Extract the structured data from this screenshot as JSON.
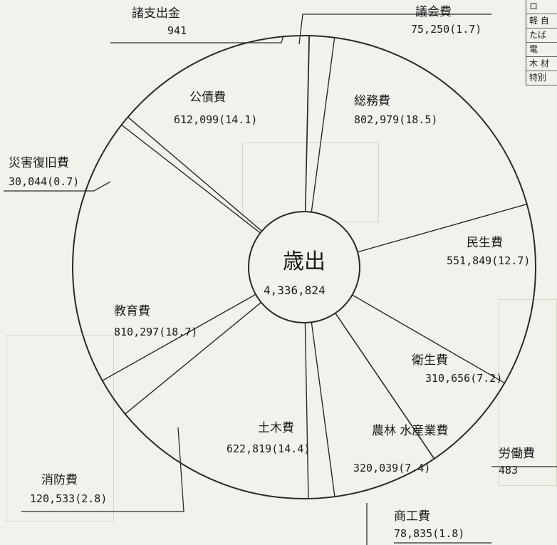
{
  "chart_data": {
    "type": "pie",
    "title": "歳出",
    "total": "4,336,824",
    "slices": [
      {
        "name": "議会費",
        "value": 75250,
        "value_label": "75,250(1.7)"
      },
      {
        "name": "総務費",
        "value": 802979,
        "value_label": "802,979(18.5)"
      },
      {
        "name": "民生費",
        "value": 551849,
        "value_label": "551,849(12.7)"
      },
      {
        "name": "衛生費",
        "value": 310656,
        "value_label": "310,656(7.2)"
      },
      {
        "name": "労働費",
        "value": 483,
        "value_label": "483"
      },
      {
        "name": "農林 水産業費",
        "value": 320039,
        "value_label": "320,039(7.4)"
      },
      {
        "name": "商工費",
        "value": 78835,
        "value_label": "78,835(1.8)"
      },
      {
        "name": "土木費",
        "value": 622819,
        "value_label": "622,819(14.4)"
      },
      {
        "name": "消防費",
        "value": 120533,
        "value_label": "120,533(2.8)"
      },
      {
        "name": "教育費",
        "value": 810297,
        "value_label": "810,297(18.7)"
      },
      {
        "name": "災害復旧費",
        "value": 30044,
        "value_label": "30,044(0.7)"
      },
      {
        "name": "公債費",
        "value": 612099,
        "value_label": "612,099(14.1)"
      },
      {
        "name": "諸支出金",
        "value": 941,
        "value_label": "941"
      }
    ]
  },
  "side_table": [
    "ロ",
    "軽 自",
    "たば",
    "電",
    "木 材",
    "特別"
  ]
}
